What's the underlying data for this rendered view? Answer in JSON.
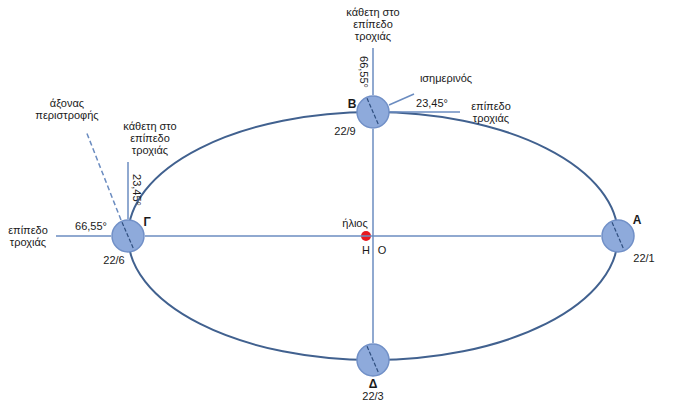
{
  "diagram": {
    "nodes": [
      {
        "text": [
          "Β",
          "22/9"
        ]
      },
      {
        "text": [
          "Γ",
          "22/6"
        ]
      },
      {
        "text": [
          "Α",
          "22/1"
        ]
      },
      {
        "text": [
          "Δ",
          "22/3"
        ]
      }
    ],
    "edges": [
      {
        "from": 1,
        "to": 2,
        "arrow": "none"
      },
      {
        "from": 0,
        "to": 3,
        "arrow": "none"
      }
    ],
    "labels": [
      "κάθετη στο επίπεδο τροχιάς",
      "66,55°",
      "ισημερινός",
      "23,45°",
      "επίπεδο τροχιάς",
      "άξονας περιστροφής",
      "κάθετη στο επίπεδο τροχιάς",
      "23,45°",
      "επίπεδο τροχιάς",
      "66,55°",
      "ήλιος",
      "Η",
      "Ο"
    ]
  }
}
